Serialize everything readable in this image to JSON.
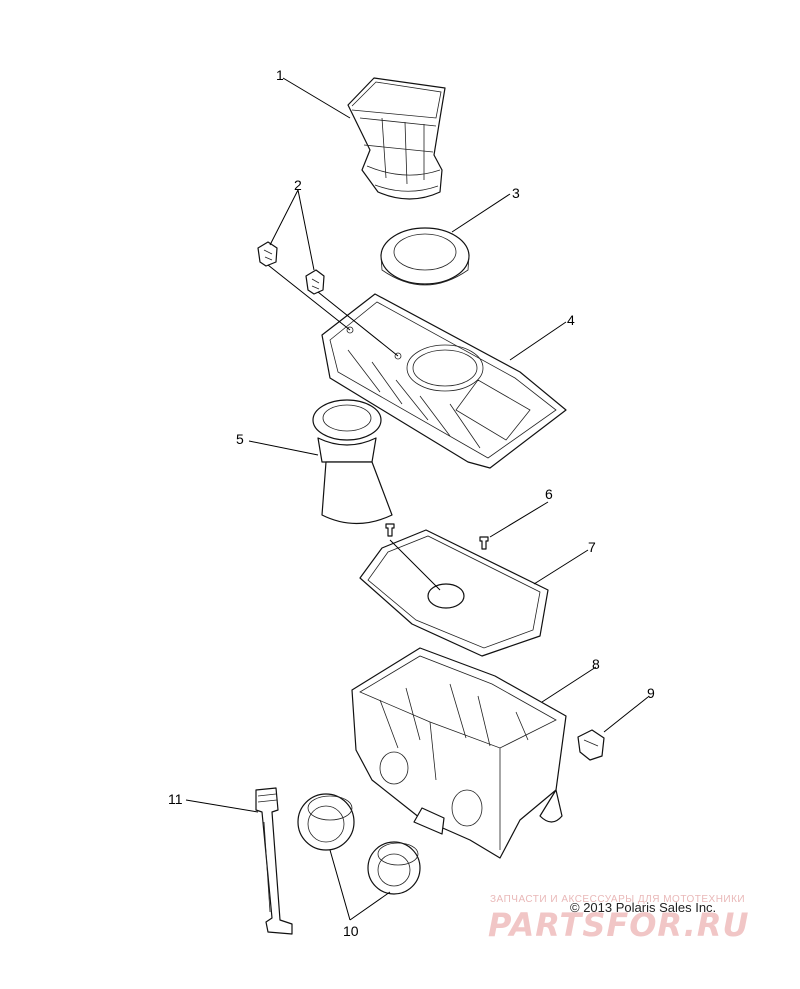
{
  "callouts": [
    "1",
    "2",
    "3",
    "4",
    "5",
    "6",
    "7",
    "8",
    "9",
    "10",
    "11"
  ],
  "copyright": "© 2013 Polaris Sales Inc.",
  "watermark": {
    "tagline": "ЗАПЧАСТИ И АКСЕССУАРЫ ДЛЯ МОТОТЕХНИКИ",
    "brand": "PARTSFOR.RU",
    "color": "#f1c6c6"
  }
}
